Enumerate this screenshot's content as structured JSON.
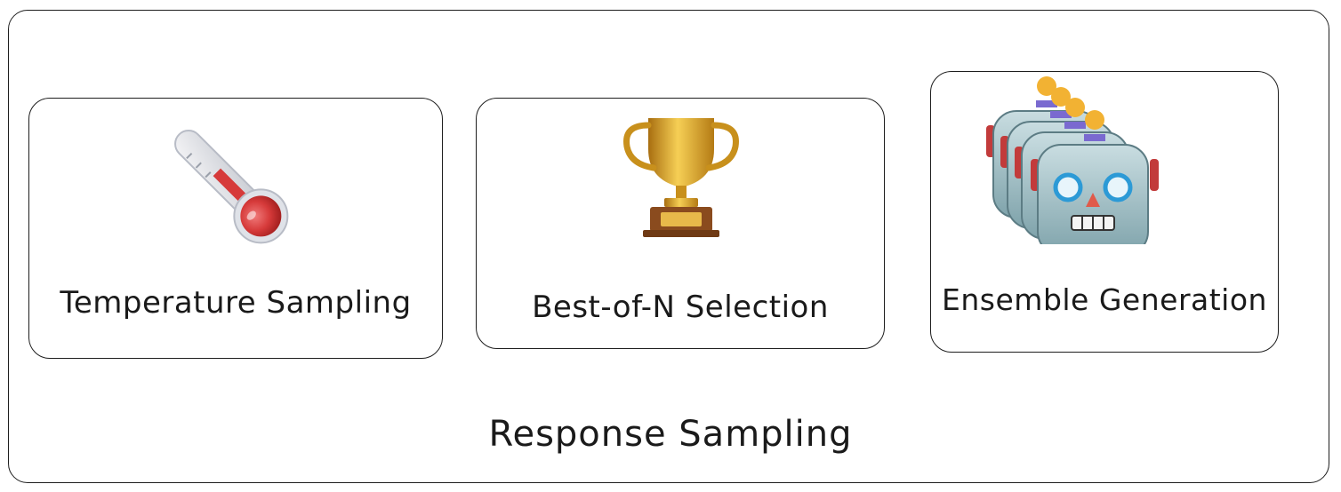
{
  "diagram": {
    "title": "Response Sampling",
    "cards": [
      {
        "label": "Temperature Sampling",
        "icon": "thermometer-icon"
      },
      {
        "label": "Best-of-N Selection",
        "icon": "trophy-icon"
      },
      {
        "label": "Ensemble Generation",
        "icon": "robot-ensemble-icon"
      }
    ]
  },
  "colors": {
    "border": "#1e1e1e",
    "thermometer_red": "#d63a3a",
    "trophy_gold": "#d9a021",
    "robot_body": "#a9c6cc",
    "robot_ears": "#c23b3b",
    "robot_bulb": "#f2b233"
  }
}
